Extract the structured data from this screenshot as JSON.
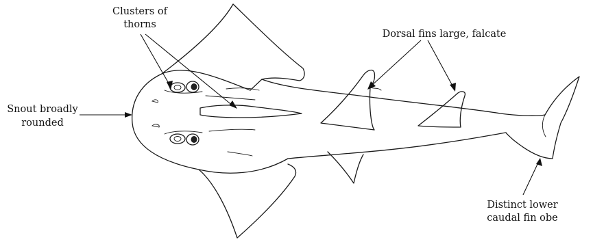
{
  "figure": {
    "labels": {
      "thorns_line1": "Clusters of",
      "thorns_line2": "thorns",
      "dorsal": "Dorsal fins large, falcate",
      "snout_line1": "Snout broadly",
      "snout_line2": "rounded",
      "caudal_line1": "Distinct lower",
      "caudal_line2": "caudal fin obe"
    },
    "icons": [
      "arrow-icon"
    ]
  }
}
